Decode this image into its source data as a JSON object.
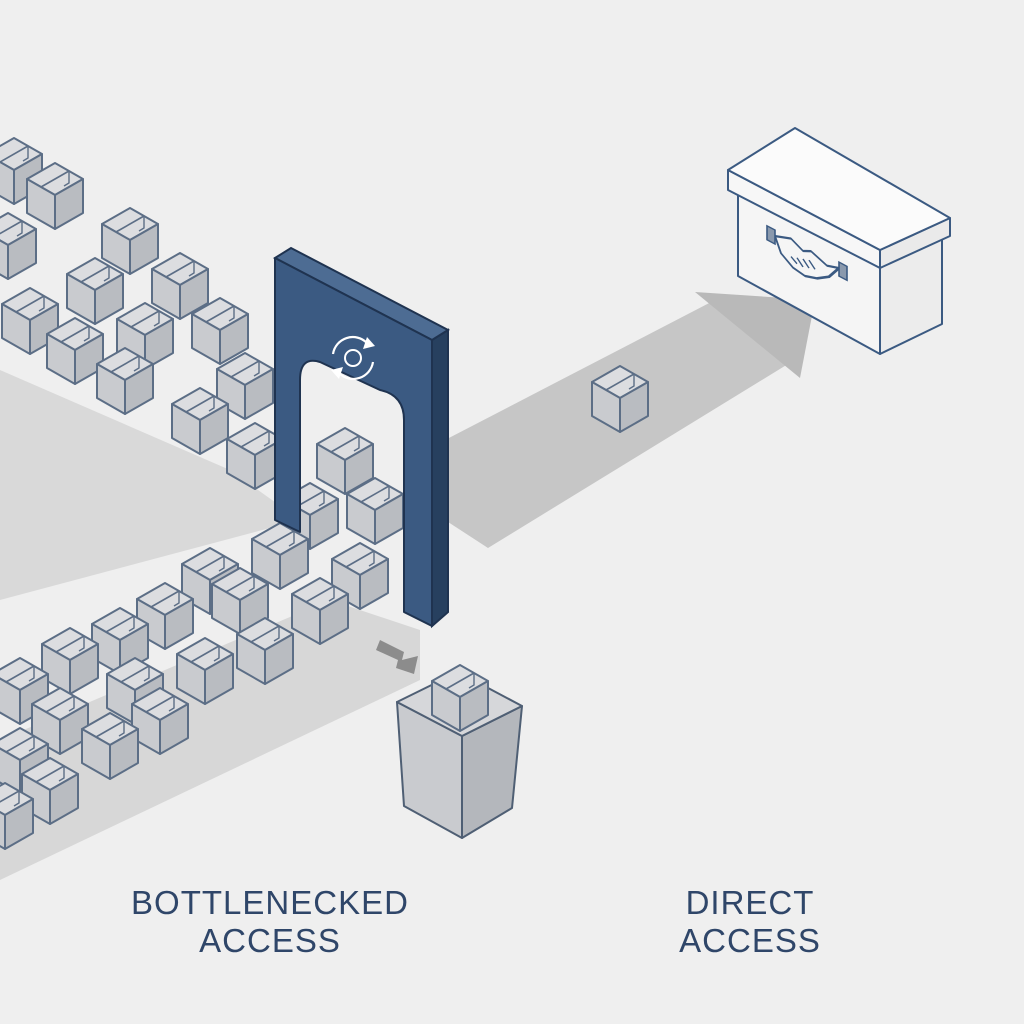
{
  "labels": {
    "bottlenecked": [
      "BOTTLENECKED",
      "ACCESS"
    ],
    "direct": [
      "DIRECT",
      "ACCESS"
    ]
  },
  "icons": {
    "gate": "refresh-cycle-icon",
    "destination": "handshake-icon"
  },
  "colors": {
    "background": "#efefef",
    "accent": "#3b5a82",
    "accent_dark": "#2a4468",
    "text": "#2f4669",
    "outline": "#5c6e86",
    "box_fill": "#c9cbcf",
    "shadow": "#d2d2d2"
  }
}
